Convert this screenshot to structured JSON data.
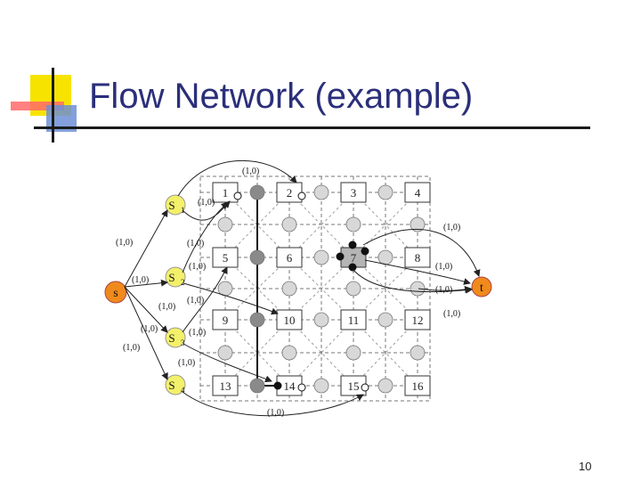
{
  "slide": {
    "title": "Flow Network (example)",
    "page_number": "10"
  },
  "colors": {
    "title": "#2b2f7a",
    "source_node": "#f08a1c",
    "super_source_nodes": "#f3f06a",
    "grid_node_light": "#d8d8d8",
    "grid_node_dark": "#8a8a8a",
    "highlight_cell": "#b5b5b5"
  },
  "diagram": {
    "source_label": "s",
    "sink_label": "t",
    "super_sources": [
      "S1",
      "S2",
      "S3",
      "S4"
    ],
    "cells": [
      "1",
      "2",
      "3",
      "4",
      "5",
      "6",
      "7",
      "8",
      "9",
      "10",
      "11",
      "12",
      "13",
      "14",
      "15",
      "16"
    ],
    "capacity_label": "(1,0)"
  }
}
